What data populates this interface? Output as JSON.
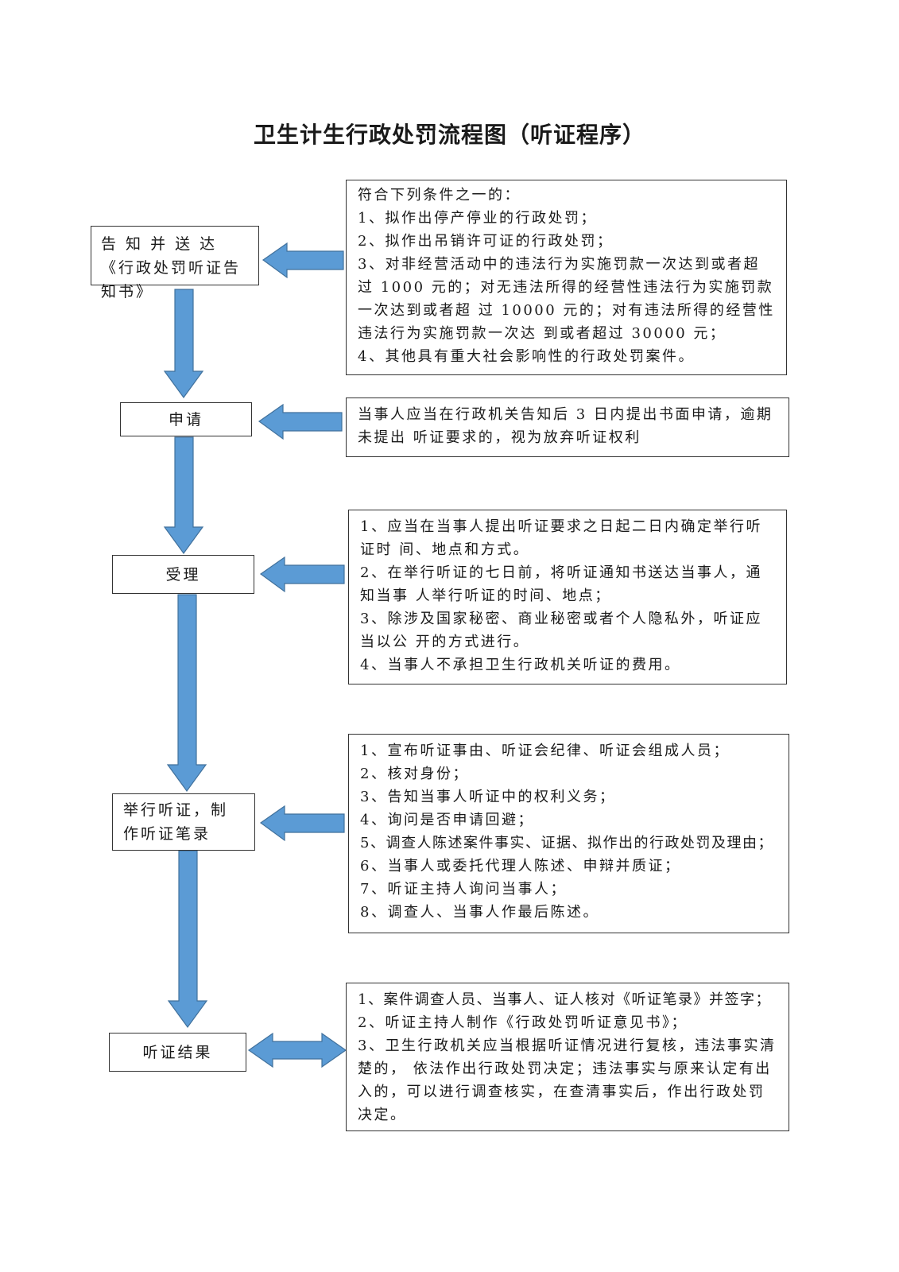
{
  "title": "卫生计生行政处罚流程图（听证程序）",
  "steps": [
    {
      "label": "告 知 并 送 达《行政处罚听证告知书》"
    },
    {
      "label": "申请"
    },
    {
      "label": "受理"
    },
    {
      "label": "举行听证，制作听证笔录"
    },
    {
      "label": "听证结果"
    }
  ],
  "notes": [
    {
      "lines": [
        "符合下列条件之一的：",
        "1、拟作出停产停业的行政处罚；",
        "2、拟作出吊销许可证的行政处罚；",
        "3、对非经营活动中的违法行为实施罚款一次达到或者超过 1000 元的；对无违法所得的经营性违法行为实施罚款一次达到或者超 过 10000 元的；对有违法所得的经营性违法行为实施罚款一次达 到或者超过 30000 元；",
        "4、其他具有重大社会影响性的行政处罚案件。"
      ]
    },
    {
      "lines": [
        "当事人应当在行政机关告知后 3 日内提出书面申请，逾期未提出 听证要求的，视为放弃听证权利"
      ]
    },
    {
      "lines": [
        "1、应当在当事人提出听证要求之日起二日内确定举行听证时 间、地点和方式。",
        "2、在举行听证的七日前，将听证通知书送达当事人，通知当事 人举行听证的时间、地点；",
        "3、除涉及国家秘密、商业秘密或者个人隐私外，听证应当以公 开的方式进行。",
        "4、当事人不承担卫生行政机关听证的费用。"
      ]
    },
    {
      "lines": [
        "1、宣布听证事由、听证会纪律、听证会组成人员；",
        "2、核对身份；",
        "3、告知当事人听证中的权利义务；",
        "4、询问是否申请回避；",
        "5、调查人陈述案件事实、证据、拟作出的行政处罚及理由；",
        "6、当事人或委托代理人陈述、申辩并质证；",
        "7、听证主持人询问当事人；",
        "8、调查人、当事人作最后陈述。"
      ]
    },
    {
      "lines": [
        "1、案件调查人员、当事人、证人核对《听证笔录》并签字；",
        "2、听证主持人制作《行政处罚听证意见书》；",
        "3、卫生行政机关应当根据听证情况进行复核，违法事实清楚的， 依法作出行政处罚决定；违法事实与原来认定有出入的，可以进行调查核实，在查清事实后，作出行政处罚决定。"
      ]
    }
  ],
  "colors": {
    "arrow_fill": "#5b9bd5",
    "arrow_stroke": "#41719c"
  }
}
